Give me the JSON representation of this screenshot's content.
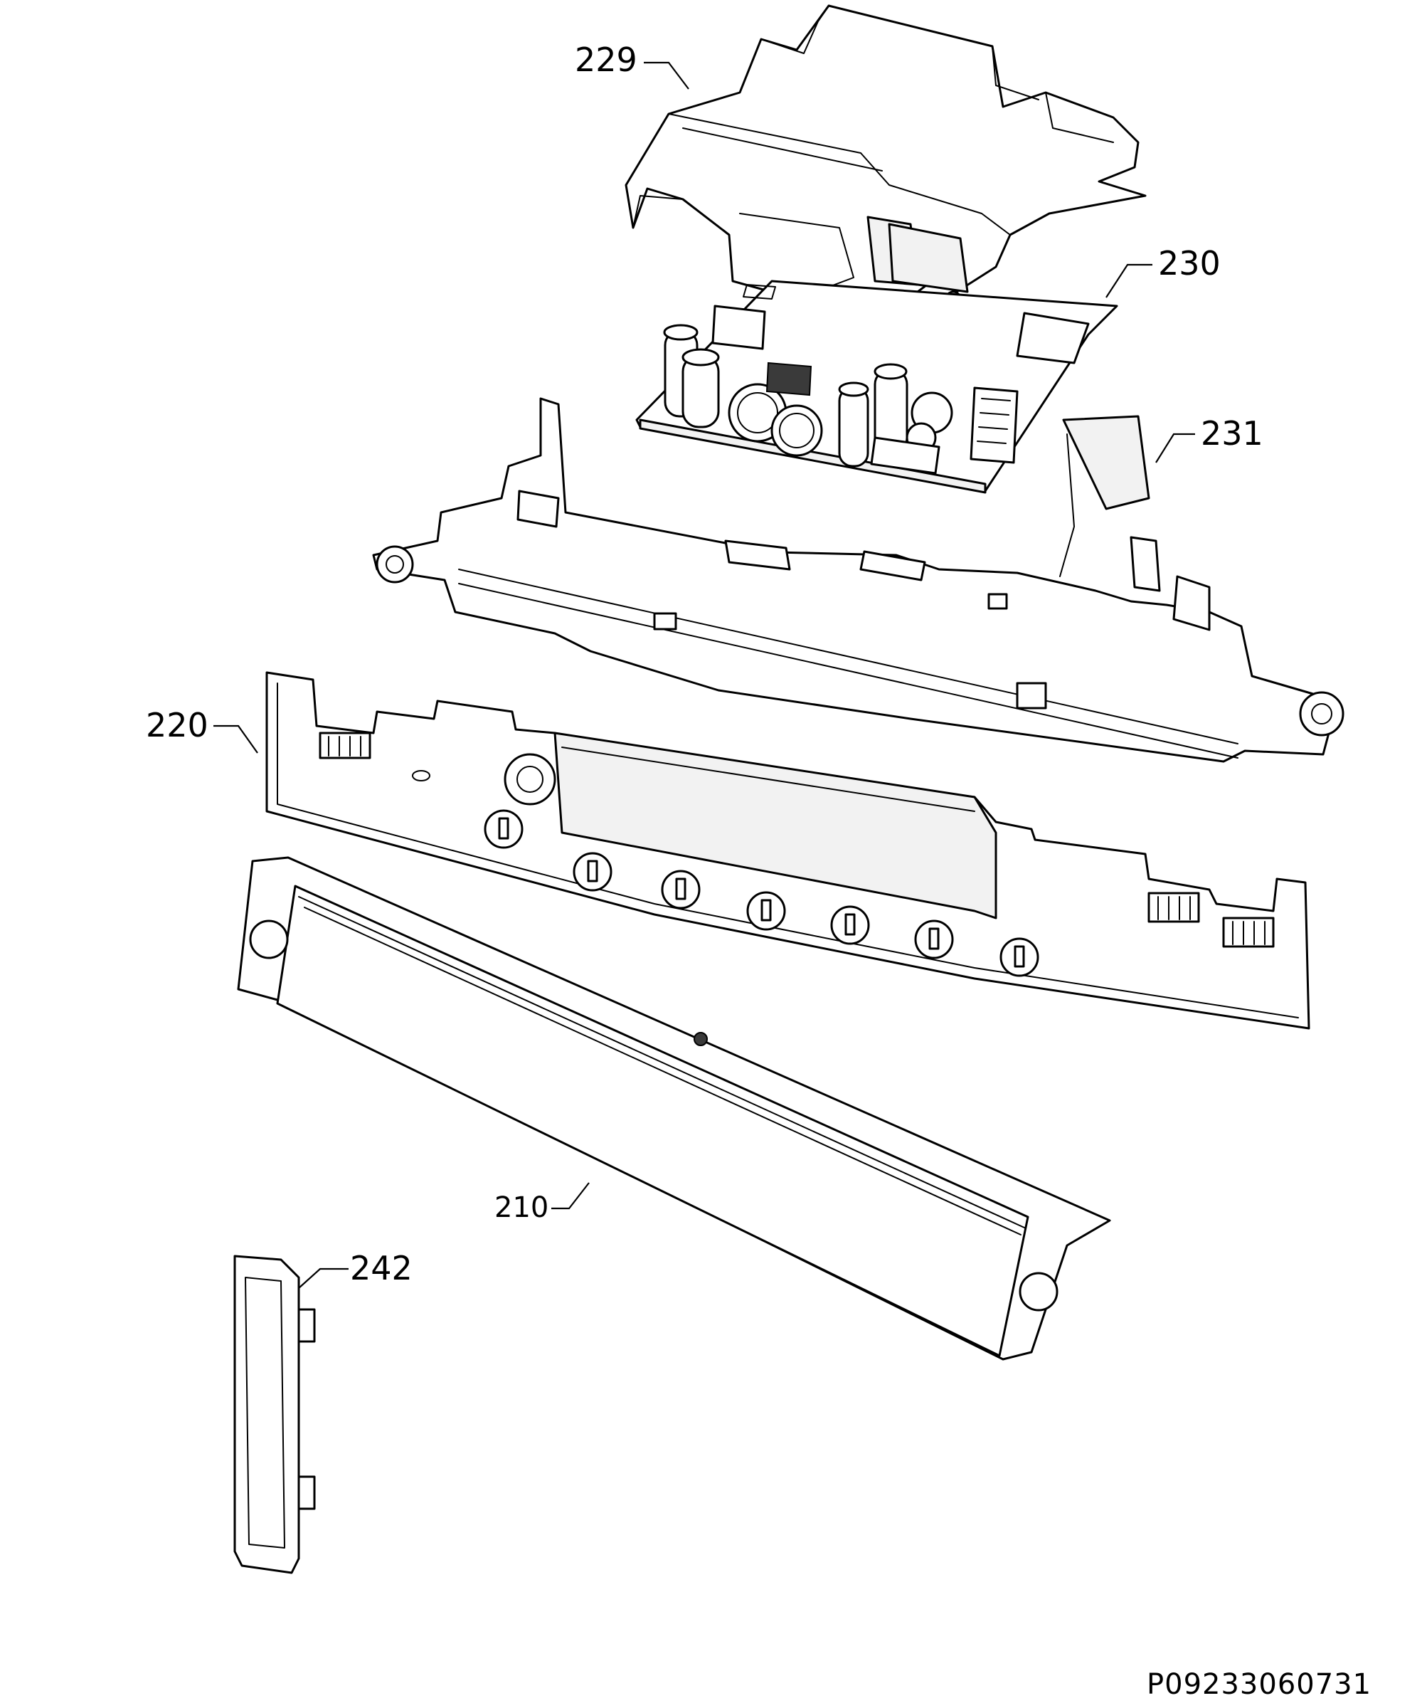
{
  "diagram": {
    "callouts": [
      {
        "id": "229",
        "label": "229"
      },
      {
        "id": "230",
        "label": "230"
      },
      {
        "id": "231",
        "label": "231"
      },
      {
        "id": "220",
        "label": "220"
      },
      {
        "id": "210",
        "label": "210"
      },
      {
        "id": "242",
        "label": "242"
      }
    ],
    "document_id": "P09233060731"
  }
}
